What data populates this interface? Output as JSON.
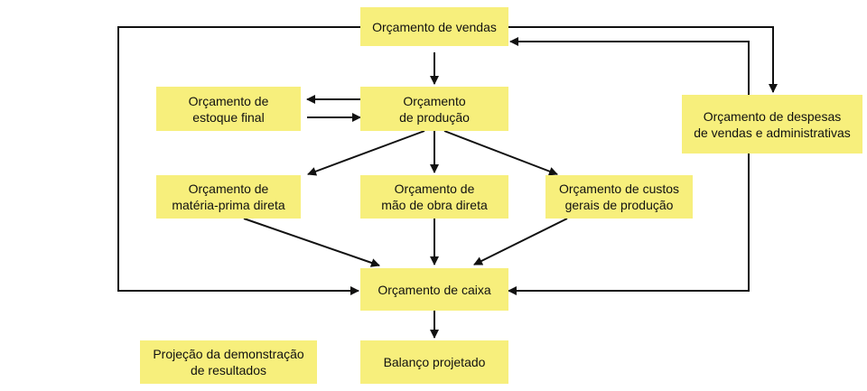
{
  "nodes": {
    "vendas": {
      "label": "Orçamento de vendas"
    },
    "producao": {
      "label": "Orçamento\nde produção"
    },
    "estoque": {
      "label": "Orçamento de\nestoque final"
    },
    "despesas": {
      "label": "Orçamento de despesas\nde vendas e administrativas"
    },
    "materia": {
      "label": "Orçamento de\nmatéria-prima direta"
    },
    "mao_obra": {
      "label": "Orçamento de\nmão de obra direta"
    },
    "custos": {
      "label": "Orçamento de custos\ngerais de produção"
    },
    "caixa": {
      "label": "Orçamento de caixa"
    },
    "demonstracao": {
      "label": "Projeção da demonstração\nde resultados"
    },
    "balanco": {
      "label": "Balanço projetado"
    }
  },
  "edges": [
    {
      "from": "vendas",
      "to": "producao"
    },
    {
      "from": "producao",
      "to": "estoque"
    },
    {
      "from": "estoque",
      "to": "producao"
    },
    {
      "from": "producao",
      "to": "materia"
    },
    {
      "from": "producao",
      "to": "mao_obra"
    },
    {
      "from": "producao",
      "to": "custos"
    },
    {
      "from": "materia",
      "to": "caixa"
    },
    {
      "from": "mao_obra",
      "to": "caixa"
    },
    {
      "from": "custos",
      "to": "caixa"
    },
    {
      "from": "vendas",
      "to": "caixa"
    },
    {
      "from": "vendas",
      "to": "despesas"
    },
    {
      "from": "despesas",
      "to": "vendas"
    },
    {
      "from": "despesas",
      "to": "caixa"
    },
    {
      "from": "caixa",
      "to": "balanco"
    }
  ],
  "colors": {
    "box_fill": "#f7ef7c",
    "line": "#111111"
  }
}
